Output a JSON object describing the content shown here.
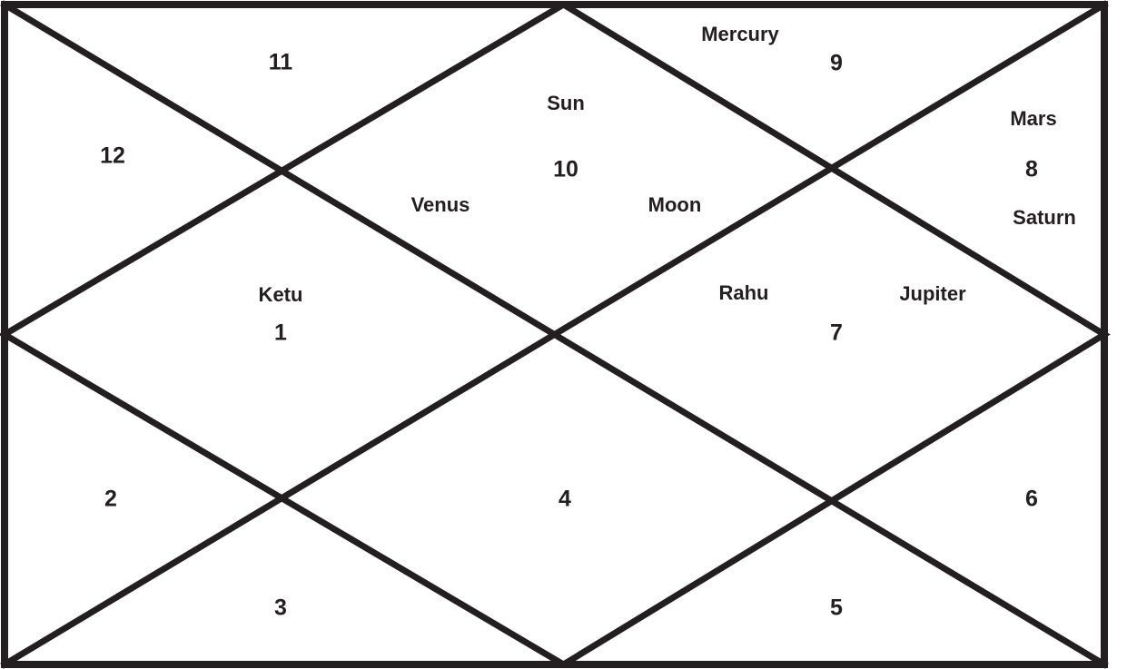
{
  "chart": {
    "type": "north-indian-vedic-kundali",
    "title": "",
    "line_color": "#231f20",
    "background_color": "#ffffff",
    "houses": [
      {
        "number": "1",
        "planets": [
          "Ketu"
        ]
      },
      {
        "number": "2",
        "planets": []
      },
      {
        "number": "3",
        "planets": []
      },
      {
        "number": "4",
        "planets": []
      },
      {
        "number": "5",
        "planets": []
      },
      {
        "number": "6",
        "planets": []
      },
      {
        "number": "7",
        "planets": [
          "Rahu",
          "Jupiter"
        ]
      },
      {
        "number": "8",
        "planets": [
          "Mars",
          "Saturn"
        ]
      },
      {
        "number": "9",
        "planets": [
          "Mercury"
        ]
      },
      {
        "number": "10",
        "planets": [
          "Sun",
          "Venus",
          "Moon"
        ]
      },
      {
        "number": "11",
        "planets": []
      },
      {
        "number": "12",
        "planets": []
      }
    ],
    "labels": {
      "house_1": "1",
      "house_2": "2",
      "house_3": "3",
      "house_4": "4",
      "house_5": "5",
      "house_6": "6",
      "house_7": "7",
      "house_8": "8",
      "house_9": "9",
      "house_10": "10",
      "house_11": "11",
      "house_12": "12",
      "planet_ketu": "Ketu",
      "planet_rahu": "Rahu",
      "planet_jupiter": "Jupiter",
      "planet_mars": "Mars",
      "planet_saturn": "Saturn",
      "planet_mercury": "Mercury",
      "planet_sun": "Sun",
      "planet_venus": "Venus",
      "planet_moon": "Moon"
    }
  }
}
